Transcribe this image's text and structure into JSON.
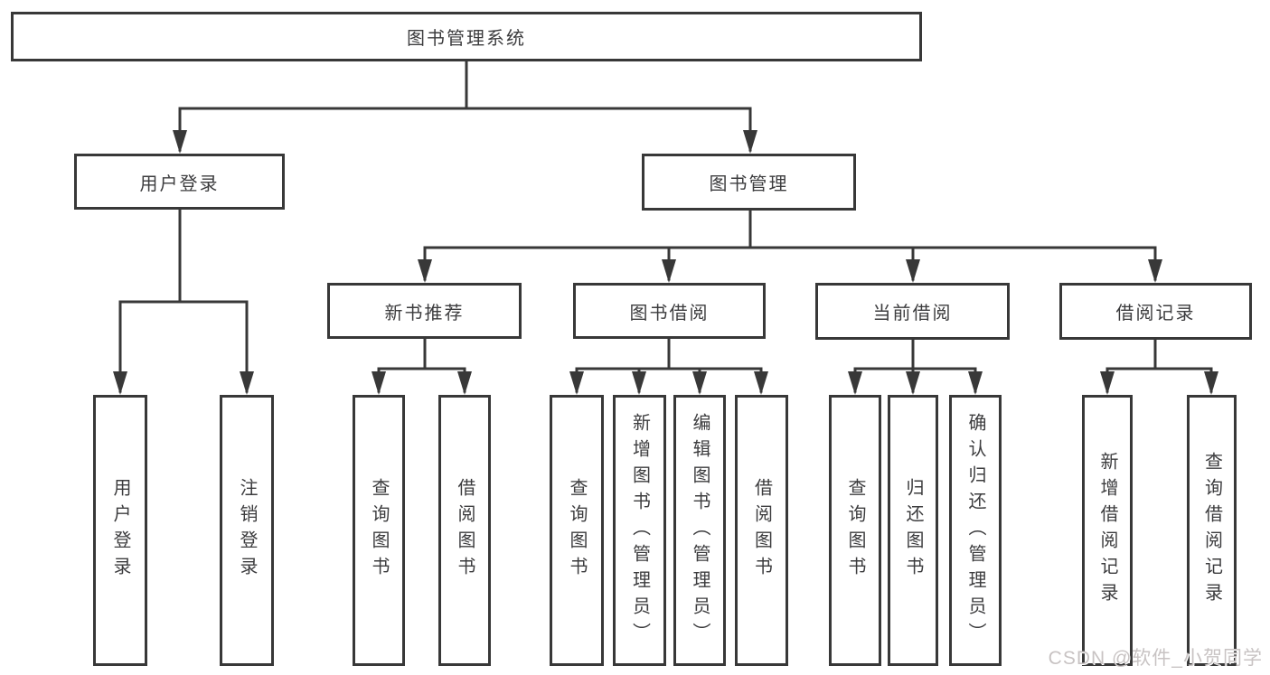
{
  "tree": {
    "label": "图书管理系统",
    "children": [
      {
        "label": "用户登录",
        "children": [
          {
            "label": "用户登录"
          },
          {
            "label": "注销登录"
          }
        ]
      },
      {
        "label": "图书管理",
        "children": [
          {
            "label": "新书推荐",
            "children": [
              {
                "label": "查询图书"
              },
              {
                "label": "借阅图书"
              }
            ]
          },
          {
            "label": "图书借阅",
            "children": [
              {
                "label": "查询图书"
              },
              {
                "label": "新增图书（管理员）"
              },
              {
                "label": "编辑图书（管理员）"
              },
              {
                "label": "借阅图书"
              }
            ]
          },
          {
            "label": "当前借阅",
            "children": [
              {
                "label": "查询图书"
              },
              {
                "label": "归还图书"
              },
              {
                "label": "确认归还（管理员）"
              }
            ]
          },
          {
            "label": "借阅记录",
            "children": [
              {
                "label": "新增借阅记录"
              },
              {
                "label": "查询借阅记录"
              }
            ]
          }
        ]
      }
    ]
  },
  "watermark": "CSDN @软件_小贺同学",
  "colors": {
    "line": "#383838",
    "text": "#3c3c3e",
    "background": "#ffffff",
    "watermark": "#c8c3c3"
  }
}
